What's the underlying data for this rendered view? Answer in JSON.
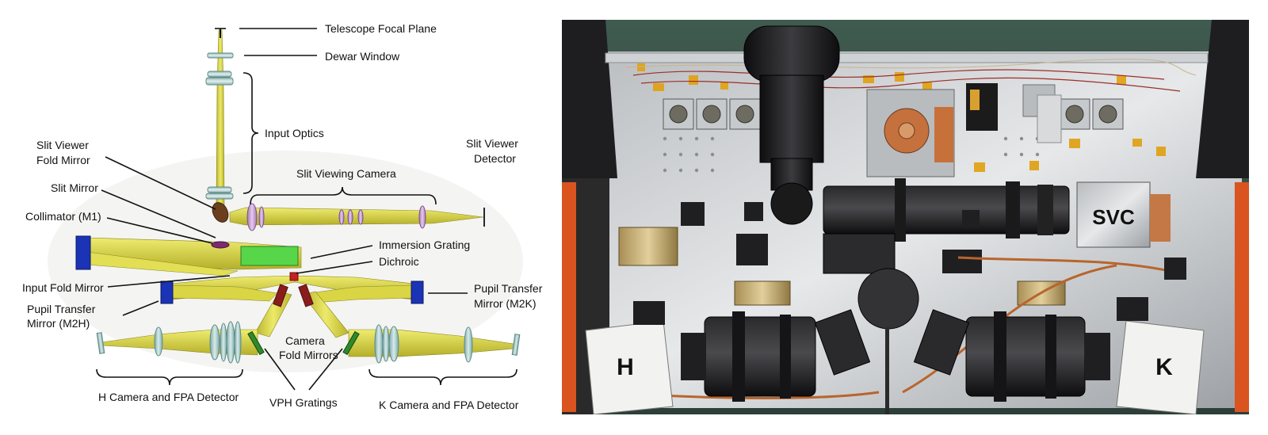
{
  "diagram": {
    "labels": {
      "telescope_focal_plane": "Telescope Focal Plane",
      "dewar_window": "Dewar Window",
      "input_optics": "Input Optics",
      "slit_viewer_fold_mirror_1": "Slit Viewer",
      "slit_viewer_fold_mirror_2": "Fold Mirror",
      "slit_viewing_camera": "Slit Viewing Camera",
      "slit_viewer_detector_1": "Slit Viewer",
      "slit_viewer_detector_2": "Detector",
      "slit_mirror": "Slit Mirror",
      "collimator": "Collimator (M1)",
      "immersion_grating": "Immersion Grating",
      "dichroic": "Dichroic",
      "input_fold_mirror": "Input Fold Mirror",
      "pupil_transfer_m2h_1": "Pupil Transfer",
      "pupil_transfer_m2h_2": "Mirror (M2H)",
      "pupil_transfer_m2k_1": "Pupil Transfer",
      "pupil_transfer_m2k_2": "Mirror (M2K)",
      "camera_fold_mirrors_1": "Camera",
      "camera_fold_mirrors_2": "Fold Mirrors",
      "h_camera": "H Camera and FPA Detector",
      "vph_gratings": "VPH Gratings",
      "k_camera": "K Camera and FPA Detector"
    }
  },
  "photo": {
    "labels": {
      "svc": "SVC",
      "h": "H",
      "k": "K"
    }
  }
}
